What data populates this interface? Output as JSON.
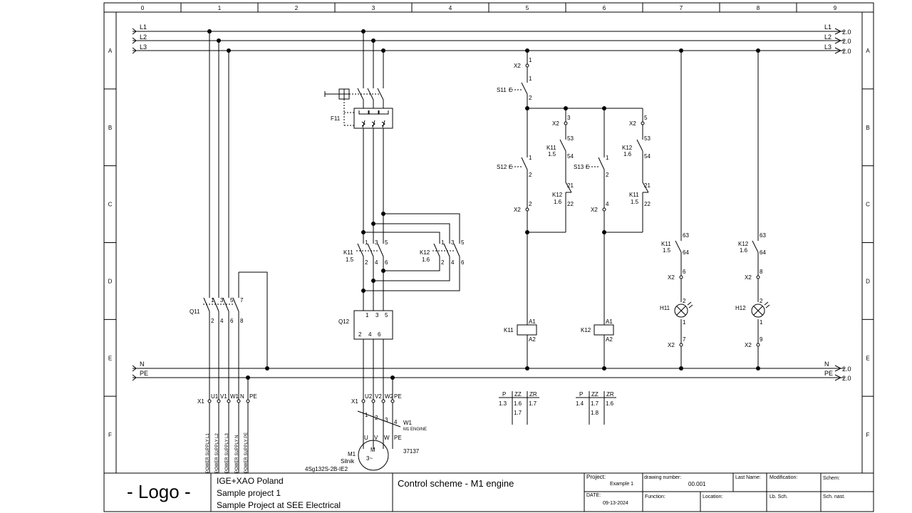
{
  "grid": {
    "columns": [
      "0",
      "1",
      "2",
      "3",
      "4",
      "5",
      "6",
      "7",
      "8",
      "9"
    ],
    "rows": [
      "A",
      "B",
      "C",
      "D",
      "E",
      "F"
    ]
  },
  "bus": {
    "L1": "L1",
    "L2": "L2",
    "L3": "L3",
    "N": "N",
    "PE": "PE",
    "ref": "2.0"
  },
  "power": {
    "Q11": "Q11",
    "Q11_terms_top": [
      "1",
      "3",
      "5",
      "7"
    ],
    "Q11_terms_bot": [
      "2",
      "4",
      "6",
      "8"
    ],
    "X1": "X1",
    "X1_terms": [
      "U1",
      "V1",
      "W1",
      "N",
      "PE"
    ],
    "supply_labels": [
      "POWER SUPPLY L1",
      "POWER SUPPLY L2",
      "POWER SUPPLY L3",
      "POWER SUPPLY N",
      "POWER SUPPLY PE"
    ]
  },
  "motor": {
    "F11": "F11",
    "K11": "K11",
    "K11_ref": "1.5",
    "K12": "K12",
    "K12_ref": "1.6",
    "terms_top": [
      "1",
      "3",
      "5"
    ],
    "terms_bot": [
      "2",
      "4",
      "6"
    ],
    "Q12": "Q12",
    "X1": "X1",
    "X1_terms": [
      "U2",
      "V2",
      "W2",
      "PE"
    ],
    "cable_terms": [
      "1",
      "2",
      "3",
      "4"
    ],
    "W1": "W1",
    "W1_desc": "M1 ENGINE",
    "motor_terms": [
      "U",
      "V",
      "W",
      "PE"
    ],
    "M1": "M1",
    "M1_desc": "Silnik",
    "M1_type": "4Sg132S-2B-IE2",
    "M1_num": "37137",
    "M_symbol": "M",
    "M_phase": "3~"
  },
  "control": {
    "X2": "X2",
    "S11": "S11",
    "S12": "S12",
    "S13": "S13",
    "K11": "K11",
    "K12": "K12",
    "H11": "H11",
    "H12": "H12",
    "ref_15": "1.5",
    "ref_16": "1.6",
    "A1": "A1",
    "A2": "A2",
    "n1": "1",
    "n2": "2",
    "n3": "3",
    "n4": "4",
    "n5": "5",
    "n6": "6",
    "n7": "7",
    "n8": "8",
    "n9": "9",
    "n21": "21",
    "n22": "22",
    "n53": "53",
    "n54": "54",
    "n63": "63",
    "n64": "64",
    "E": "E"
  },
  "xref": {
    "headers": [
      "P",
      "ZZ",
      "ZR"
    ],
    "k11": {
      "P": "1.3",
      "ZZ": [
        "1.6",
        "1.7"
      ],
      "ZR": "1.7"
    },
    "k12": {
      "P": "1.4",
      "ZZ": [
        "1.7",
        "1.8"
      ],
      "ZR": "1.6"
    }
  },
  "title_block": {
    "logo": "- Logo -",
    "company": [
      "IGE+XAO Poland",
      "Sample project 1",
      "Sample Project at SEE Electrical"
    ],
    "title": "Control scheme - M1 engine",
    "project_label": "Project:",
    "project_value": "Example 1",
    "drawing_label": "drawing number:",
    "drawing_value": "00.001",
    "lastname_label": "Last Name:",
    "modification_label": "Modification:",
    "schem_label": "Schem:",
    "date_label": "DATE:",
    "date_value": "09-13-2024",
    "function_label": "Function:",
    "location_label": "Location:",
    "lbsch_label": "Lb. Sch.",
    "schnast_label": "Sch. nast."
  }
}
